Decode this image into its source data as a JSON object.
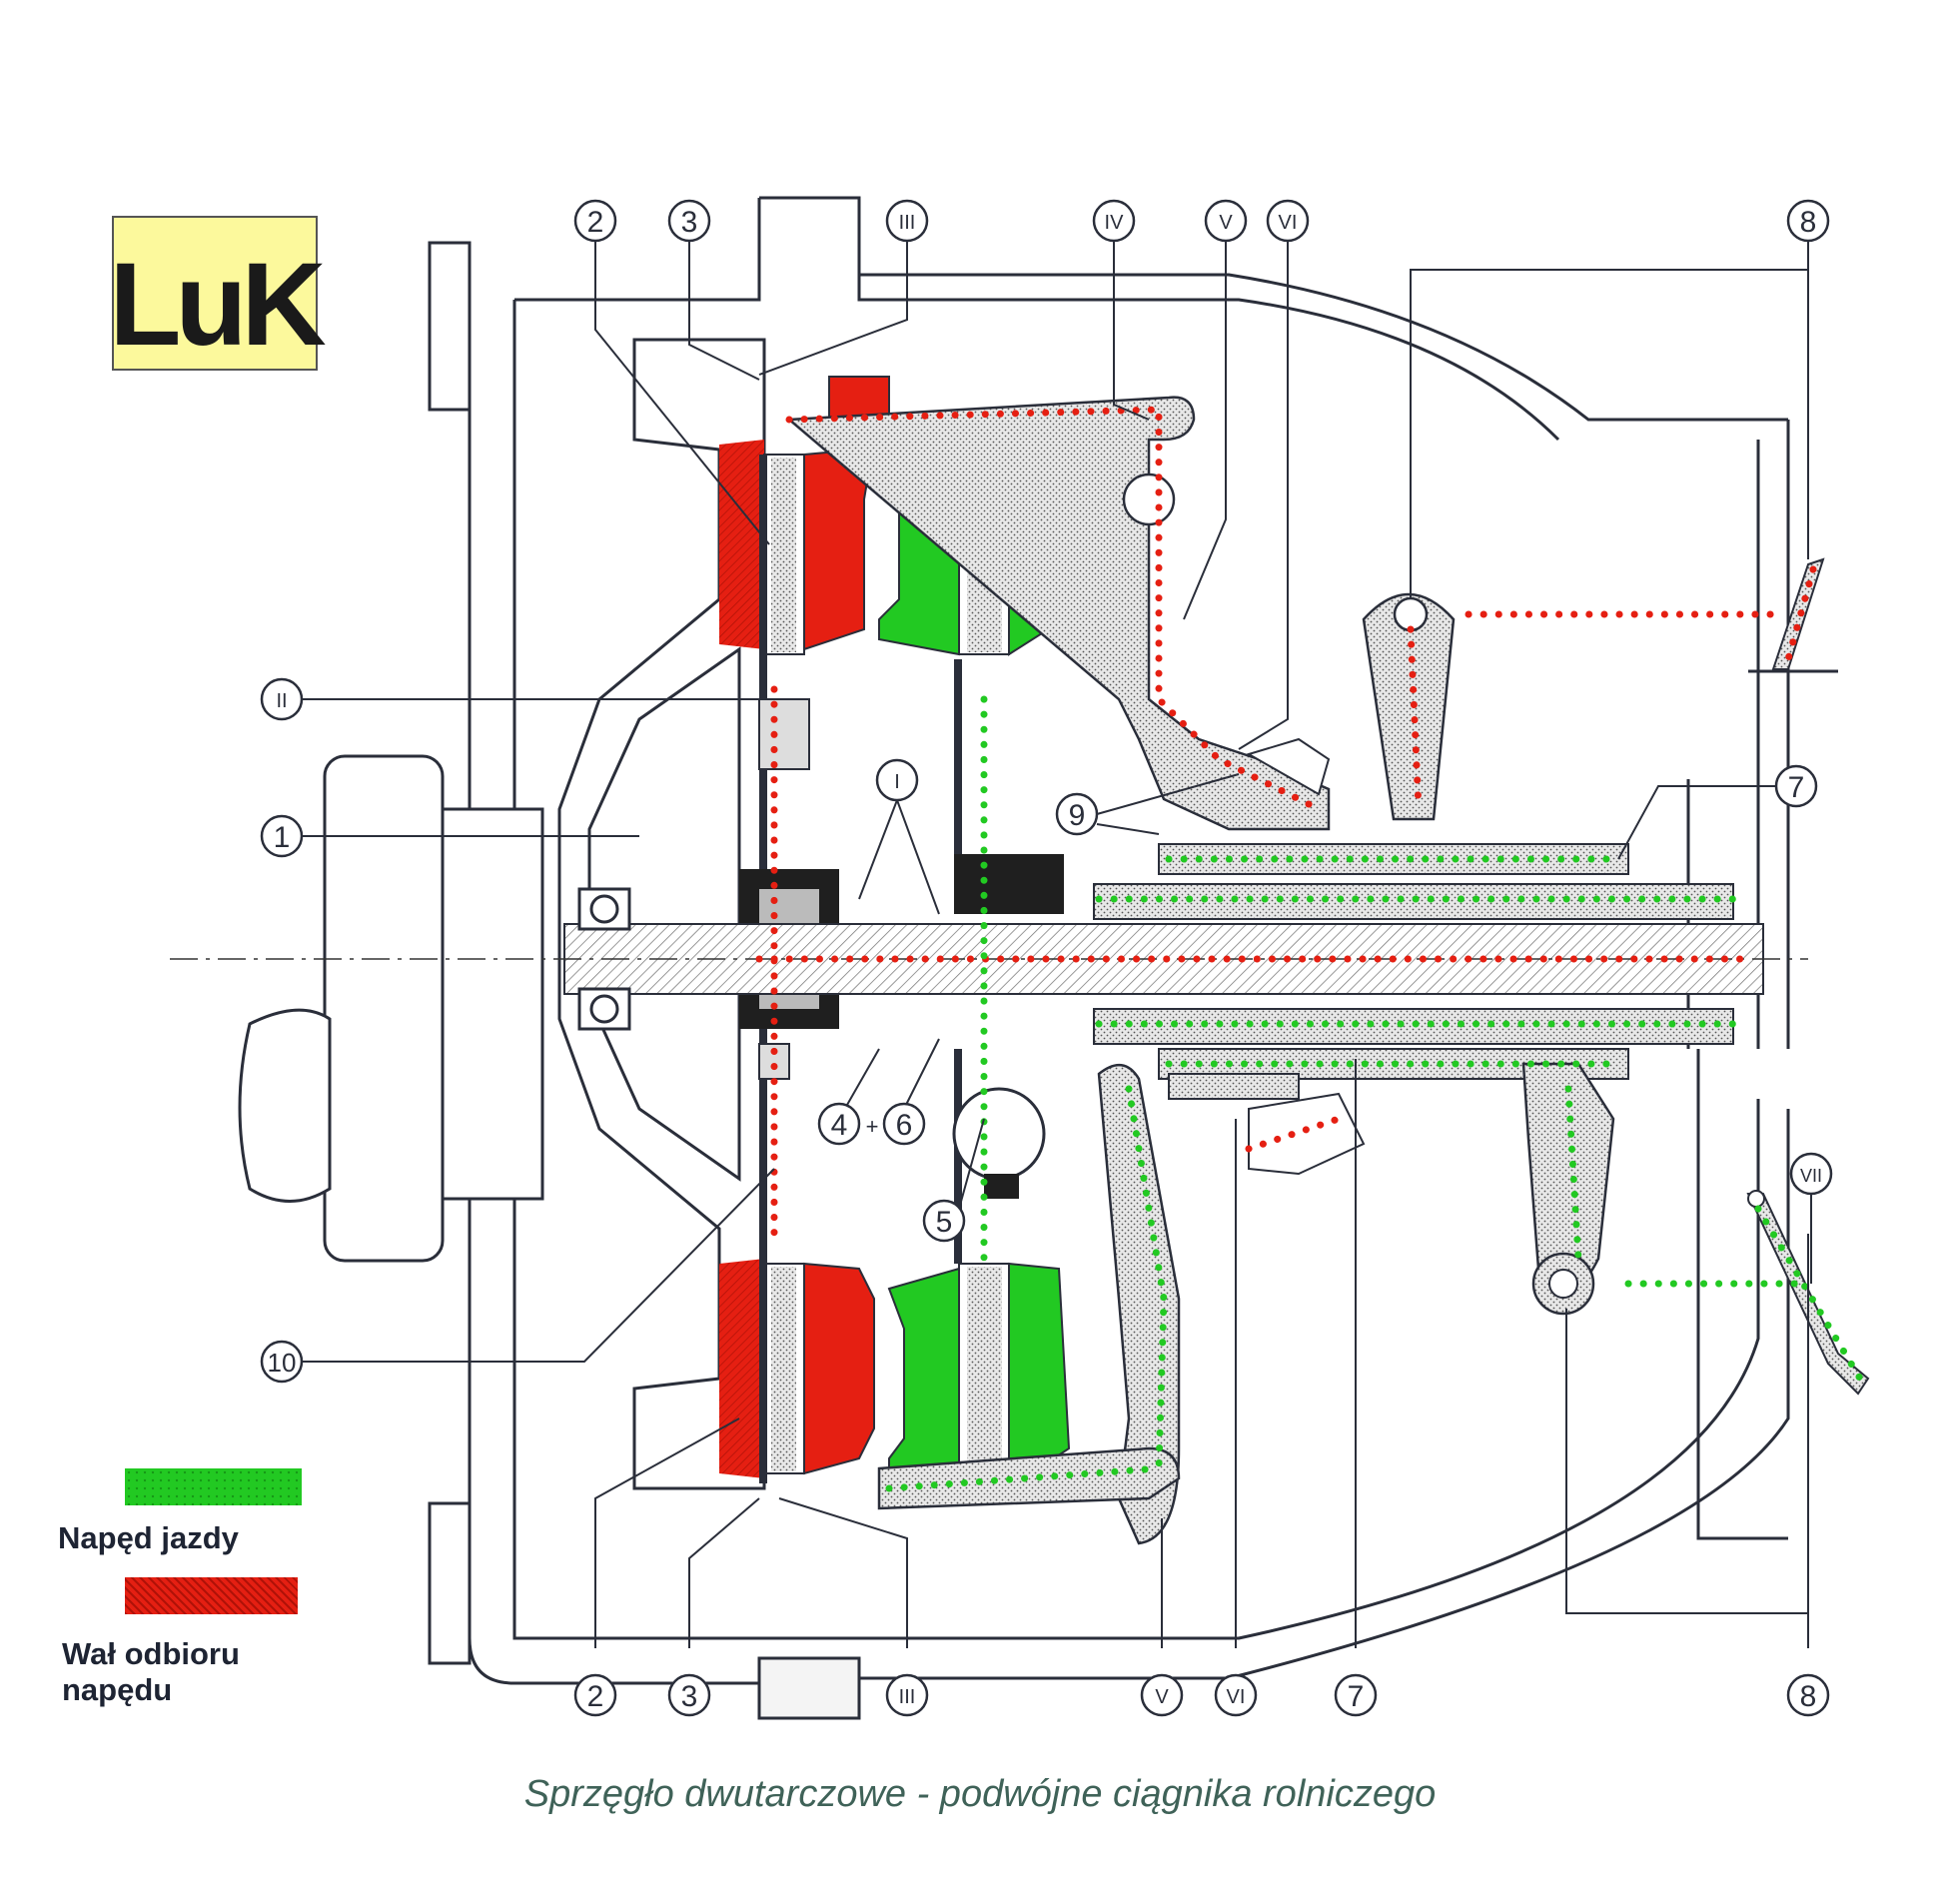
{
  "logo": {
    "text": "LuK"
  },
  "callouts": {
    "top": [
      "2",
      "3",
      "III",
      "IV",
      "V",
      "VI",
      "8"
    ],
    "bottom": [
      "2",
      "3",
      "III",
      "V",
      "VI",
      "7",
      "8"
    ],
    "left": [
      "II",
      "1",
      "10"
    ],
    "center": [
      "I",
      "4",
      "+",
      "6",
      "5"
    ],
    "right": [
      "9",
      "7",
      "VII"
    ]
  },
  "legend": [
    {
      "label": "Napęd jazdy",
      "color": "#22c922"
    },
    {
      "label": "Wał odbioru napędu",
      "color": "#e51f12"
    }
  ],
  "caption": "Sprzęgło dwutarczowe - podwójne ciągnika rolniczego",
  "colors": {
    "drive": "#22c922",
    "pto": "#e51f12",
    "line": "#2a2e3a",
    "fill": "#d9d9d9"
  }
}
